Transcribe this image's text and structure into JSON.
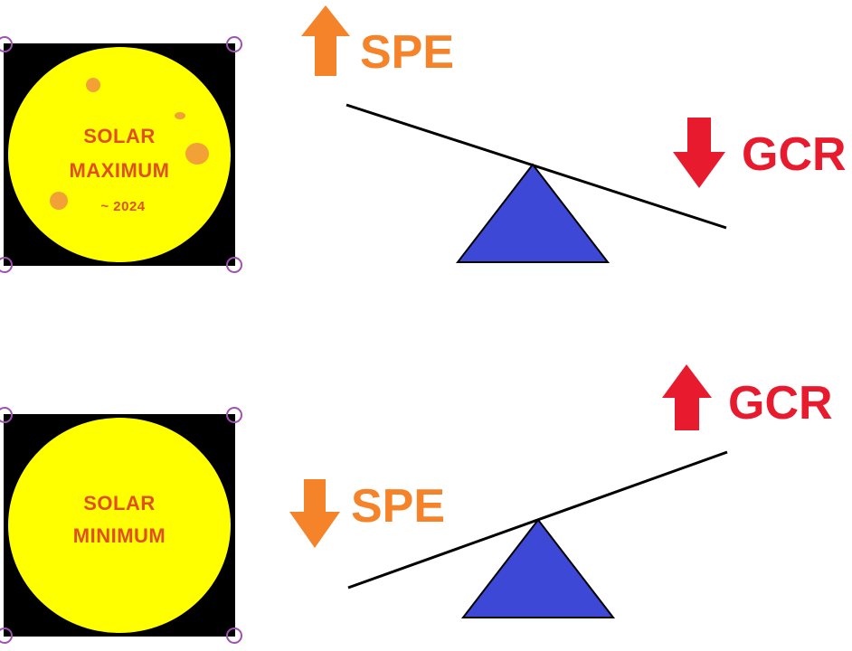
{
  "colors": {
    "spe": "#f5832a",
    "gcr": "#e81b2e",
    "sun": "#ffff00",
    "sun_text": "#e0501e",
    "fulcrum": "#3d49d6",
    "panel_bg": "#000000"
  },
  "top": {
    "sun": {
      "line1": "SOLAR",
      "line2": "MAXIMUM",
      "year": "~ 2024"
    },
    "spe": {
      "label": "SPE",
      "direction": "up"
    },
    "gcr": {
      "label": "GCR",
      "direction": "down"
    }
  },
  "bottom": {
    "sun": {
      "line1": "SOLAR",
      "line2": "MINIMUM"
    },
    "spe": {
      "label": "SPE",
      "direction": "down"
    },
    "gcr": {
      "label": "GCR",
      "direction": "up"
    }
  }
}
